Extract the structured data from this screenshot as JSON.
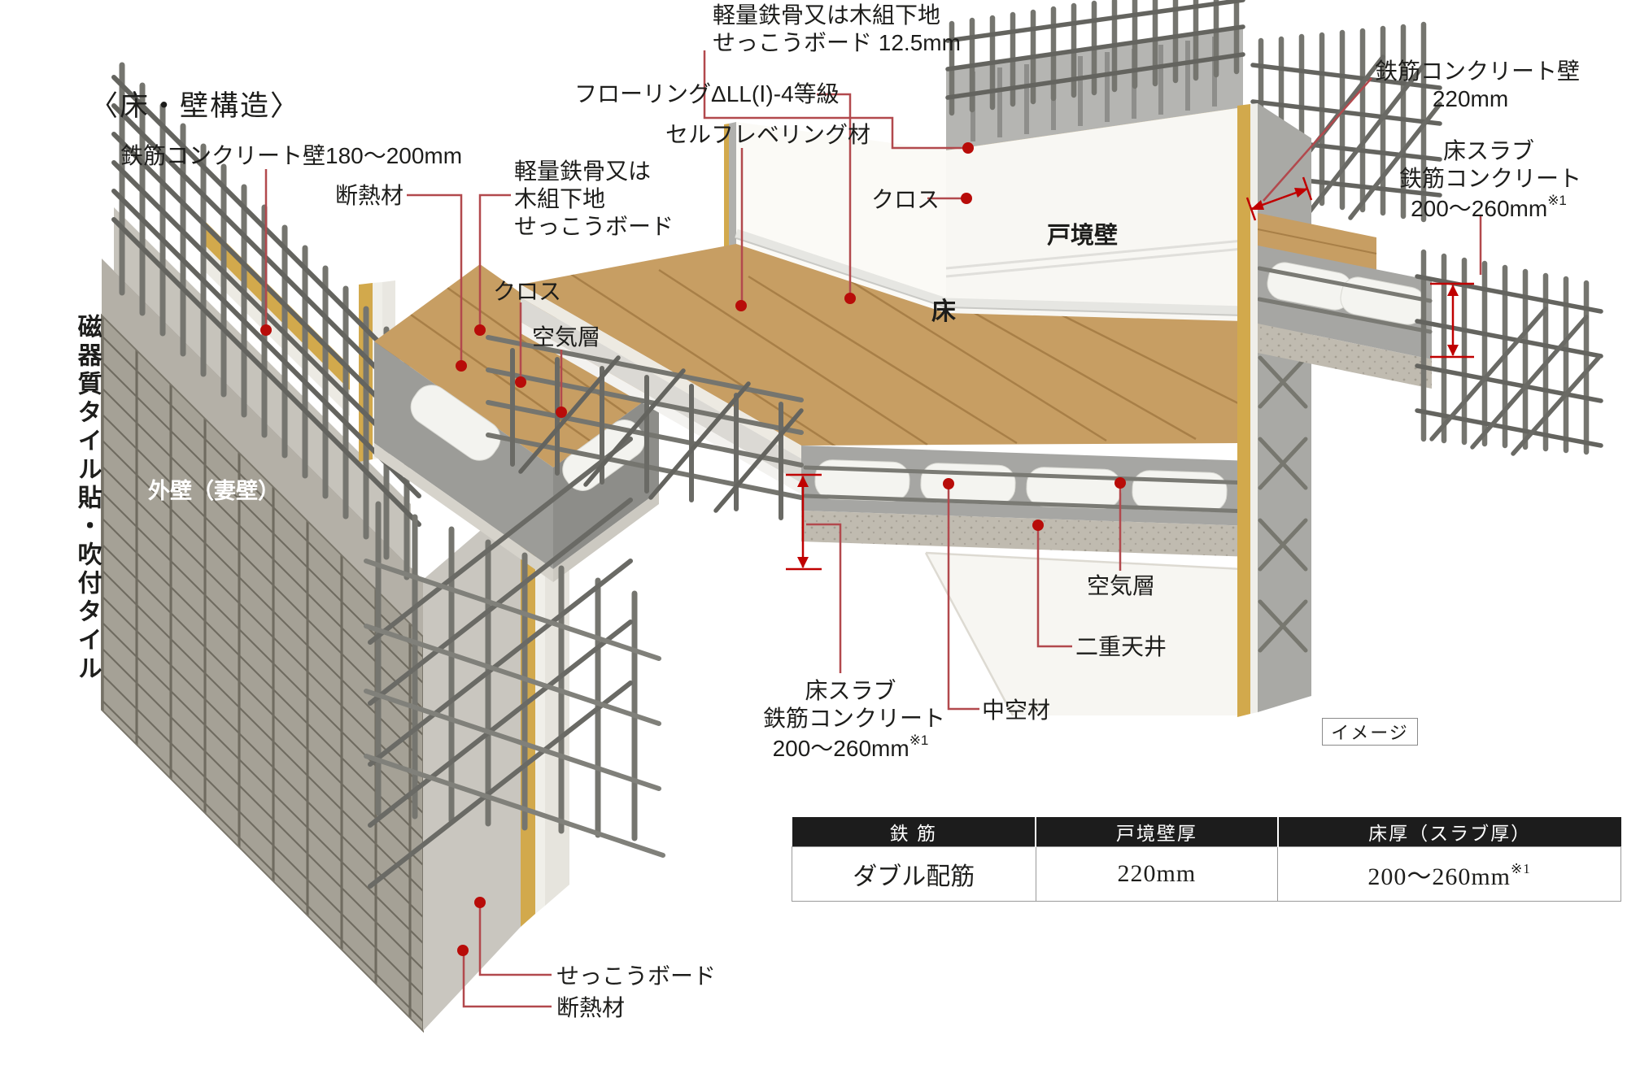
{
  "title": "〈床・壁構造〉",
  "left": {
    "rc_wall": "鉄筋コンクリート壁180〜200mm",
    "insulation_top": "断熱材",
    "board_l1": "軽量鉄骨又は",
    "board_l2": "木組下地",
    "board_l3": "せっこうボード",
    "cloth": "クロス",
    "air_layer": "空気層",
    "tile_note": "磁器質タイル貼・吹付タイル",
    "outer_wall": "外壁（妻壁）",
    "board_bottom": "せっこうボード",
    "insulation_bottom": "断熱材"
  },
  "middle": {
    "board125_l1": "軽量鉄骨又は木組下地",
    "board125_l2": "せっこうボード 12.5mm",
    "flooring": "フローリングΔLL(Ⅰ)-4等級",
    "leveling": "セルフレベリング材",
    "cloth": "クロス",
    "partition_wall": "戸境壁",
    "floor": "床",
    "rc220_l1": "鉄筋コンクリート壁",
    "rc220_l2": "220mm",
    "slab_l1": "床スラブ",
    "slab_l2": "鉄筋コンクリート",
    "slab_value": "200〜260mm",
    "slab_note": "※1",
    "air_layer": "空気層",
    "double_ceiling": "二重天井",
    "hollow": "中空材",
    "image_tag": "イメージ"
  },
  "table": {
    "headers": [
      "鉄 筋",
      "戸境壁厚",
      "床厚（スラブ厚）"
    ],
    "row": {
      "rebar": "ダブル配筋",
      "wall": "220mm",
      "floor_value": "200〜260mm",
      "floor_note": "※1"
    }
  },
  "colors": {
    "leader_line": "#b2494d",
    "leader_dot": "#b80c09",
    "dimension": "#c00000",
    "insulation_yellow": "#d2a94c",
    "wood": "#c79e63",
    "table_header_bg": "#1c1c1c"
  }
}
